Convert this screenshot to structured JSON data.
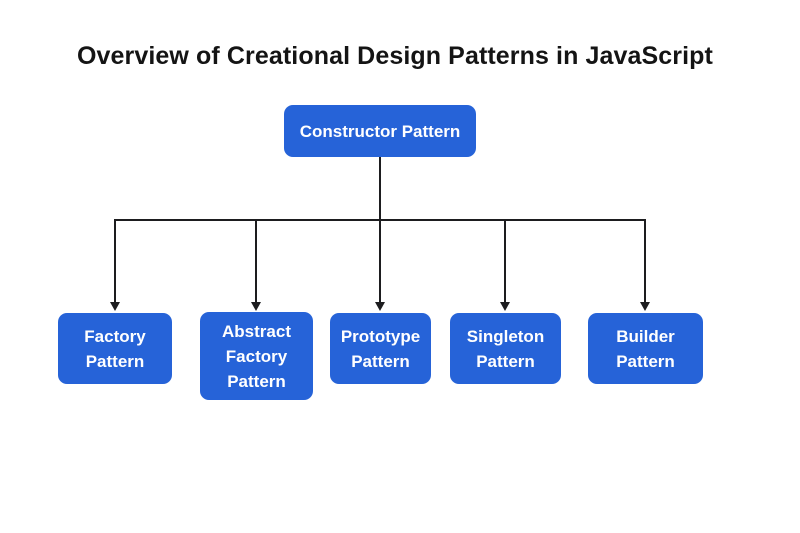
{
  "title": "Overview of Creational Design Patterns in JavaScript",
  "colors": {
    "node_fill": "#2663d8",
    "node_text": "#ffffff",
    "line": "#1d1d1f",
    "background": "#ffffff",
    "title_text": "#141414"
  },
  "diagram": {
    "type": "flowchart",
    "root": {
      "label": "Constructor Pattern"
    },
    "children": [
      {
        "label": "Factory Pattern"
      },
      {
        "label": "Abstract Factory Pattern"
      },
      {
        "label": "Prototype Pattern"
      },
      {
        "label": "Singleton Pattern"
      },
      {
        "label": "Builder Pattern"
      }
    ],
    "edges": [
      {
        "from": "Constructor Pattern",
        "to": "Factory Pattern"
      },
      {
        "from": "Constructor Pattern",
        "to": "Abstract Factory Pattern"
      },
      {
        "from": "Constructor Pattern",
        "to": "Prototype Pattern"
      },
      {
        "from": "Constructor Pattern",
        "to": "Singleton Pattern"
      },
      {
        "from": "Constructor Pattern",
        "to": "Builder Pattern"
      }
    ]
  }
}
